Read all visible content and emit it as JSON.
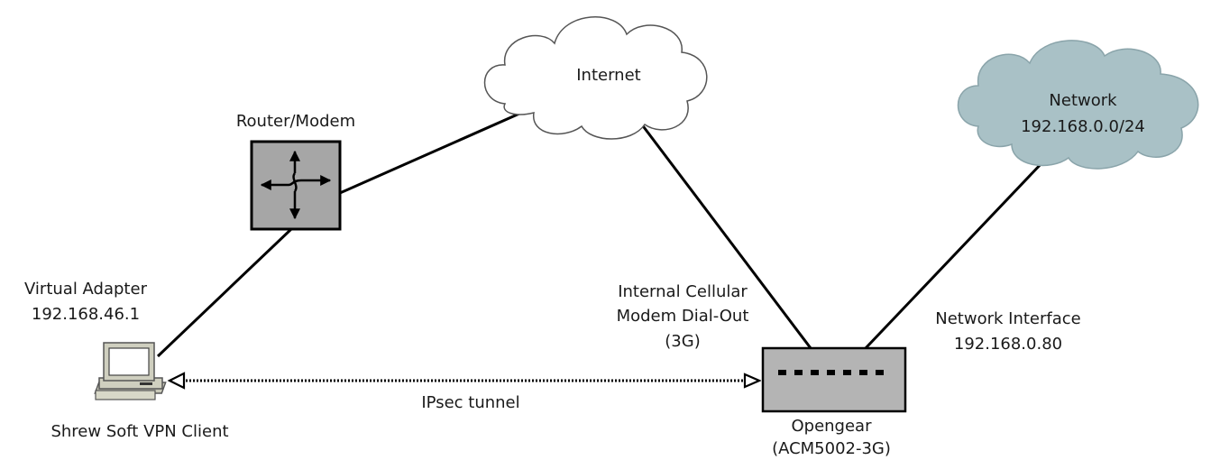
{
  "labels": {
    "internet": "Internet",
    "network_line1": "Network",
    "network_line2": "192.168.0.0/24",
    "router": "Router/Modem",
    "virtual_adapter_line1": "Virtual Adapter",
    "virtual_adapter_line2": "192.168.46.1",
    "client": "Shrew Soft VPN Client",
    "tunnel": "IPsec tunnel",
    "cellular_line1": "Internal Cellular",
    "cellular_line2": "Modem Dial-Out",
    "cellular_line3": "(3G)",
    "netif_line1": "Network Interface",
    "netif_line2": "192.168.0.80",
    "opengear_line1": "Opengear",
    "opengear_line2": "(ACM5002-3G)"
  },
  "colors": {
    "internet_cloud_fill": "#ffffff",
    "network_cloud_fill": "#a9c1c6",
    "router_fill": "#a6a6a6",
    "opengear_fill": "#b4b4b4",
    "computer_fill": "#cfcfbf"
  },
  "icons": {
    "router": "router-crossing-arrows-icon",
    "client": "desktop-computer-icon"
  }
}
